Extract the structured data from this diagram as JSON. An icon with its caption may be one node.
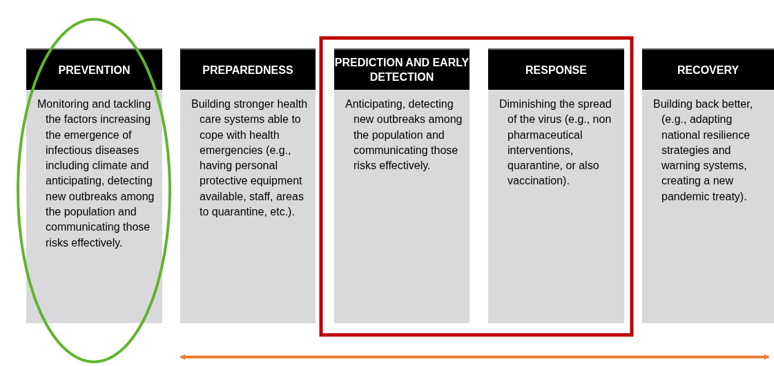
{
  "diagram": {
    "nodes": [
      {
        "text": [
          "PREVENTION",
          "Monitoring and tackling the factors increasing the emergence of infectious diseases including climate and anticipating, detecting new outbreaks among the population and communicating those risks effectively."
        ]
      },
      {
        "text": [
          "PREPAREDNESS",
          "Building stronger health care systems able to cope with health emergencies (e.g., having personal protective equipment available, staff, areas to quarantine, etc.)."
        ]
      },
      {
        "text": [
          "PREDICTION AND EARLY DETECTION",
          "Anticipating, detecting new outbreaks among the population and communicating those risks effectively."
        ]
      },
      {
        "text": [
          "RESPONSE",
          "Diminishing the spread of the virus (e.g., non pharmaceutical interventions, quarantine, or also vaccination)."
        ]
      },
      {
        "text": [
          "RECOVERY",
          "Building back better, (e.g., adapting national resilience strategies and warning systems, creating a new pandemic treaty)."
        ]
      }
    ]
  }
}
